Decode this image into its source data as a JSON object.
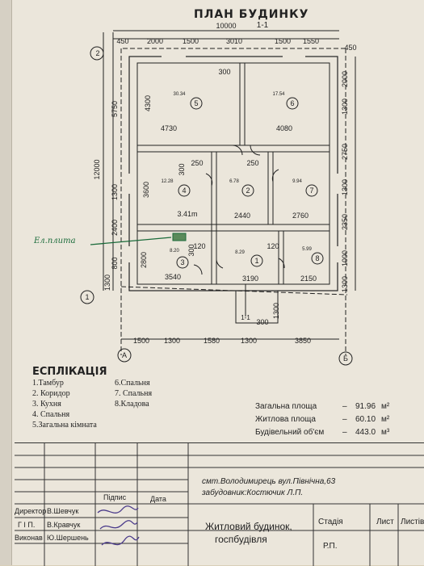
{
  "title": "ПЛАН БУДИНКУ",
  "section_mark": "1-1",
  "annotation": "Ел.плита",
  "dims": {
    "top_total": "10000",
    "top": [
      "2000",
      "1500",
      "3010",
      "1500",
      "1550"
    ],
    "top_left": "450",
    "top_right": "450",
    "left_total": "12000",
    "left": [
      "5750",
      "1300",
      "2400",
      "800",
      "1300"
    ],
    "right": [
      "2000",
      "1300",
      "2750",
      "1300",
      "2350",
      "1000",
      "1300"
    ],
    "bottom": [
      "1500",
      "1300",
      "1580",
      "1300",
      "3850"
    ],
    "section_bottom": "300",
    "section_right": "1300",
    "room_dims": [
      "4730",
      "4080",
      "4300",
      "3600",
      "2800",
      "3.41m",
      "2440",
      "2760",
      "3540",
      "3190",
      "2150",
      "300",
      "250",
      "250",
      "300",
      "120",
      "120",
      "300"
    ]
  },
  "rooms": [
    {
      "num": "5",
      "area": "30.34"
    },
    {
      "num": "6",
      "area": "17.54"
    },
    {
      "num": "4",
      "area": "12.28"
    },
    {
      "num": "2",
      "area": "6.78"
    },
    {
      "num": "7",
      "area": "9.94"
    },
    {
      "num": "3",
      "area": "8.20"
    },
    {
      "num": "1",
      "area": "8.29"
    },
    {
      "num": "8",
      "area": "5.99"
    }
  ],
  "axes": {
    "a": "А",
    "b": "Б",
    "one": "1",
    "two": "2"
  },
  "explication": {
    "title": "ЕСПЛІКАЦІЯ",
    "col1": [
      "1.Тамбур",
      "2. Коридор",
      "3. Кухня",
      "4. Спальня",
      "5.Загальна кімната"
    ],
    "col2": [
      "6.Спальня",
      "7. Спальня",
      "8.Кладова"
    ]
  },
  "totals": [
    {
      "label": "Загальна площа",
      "dash": "–",
      "value": "91.96",
      "unit": "м²"
    },
    {
      "label": "Житлова площа",
      "dash": "–",
      "value": "60.10",
      "unit": "м²"
    },
    {
      "label": "Будівельний об'єм",
      "dash": "–",
      "value": "443.0",
      "unit": "м³"
    }
  ],
  "stamp": {
    "address": "смт.Володимирець  вул.Північна,63",
    "developer": "забудовник:Костючик  Л.П.",
    "headers": {
      "sign": "Підпис",
      "date": "Дата",
      "stage": "Стадія",
      "sheet": "Лист",
      "sheets": "Листів"
    },
    "roles": [
      {
        "role": "Директор",
        "name": "В.Шевчук"
      },
      {
        "role": "Г І П.",
        "name": "В.Кравчук"
      },
      {
        "role": "Виконав",
        "name": "Ю.Шершень"
      }
    ],
    "object": "Житловий будинок,",
    "object2": "госпбудівля",
    "stage": "Р.П."
  }
}
